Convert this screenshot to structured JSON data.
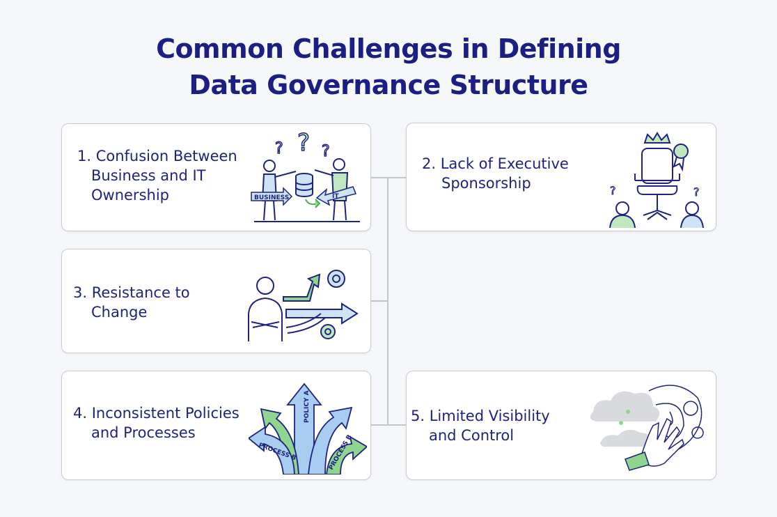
{
  "title": {
    "line1": "Common Challenges in Defining",
    "line2": "Data Governance Structure"
  },
  "cards": [
    {
      "label_lines": [
        "1. Confusion Between",
        "Business and IT",
        "Ownership"
      ],
      "illustration_tags": [
        "BUSINESS",
        "IT"
      ],
      "icon": "business-it-database-people"
    },
    {
      "label_lines": [
        "2. Lack of Executive",
        "Sponsorship"
      ],
      "icon": "empty-executive-chair"
    },
    {
      "label_lines": [
        "3. Resistance to",
        "Change"
      ],
      "icon": "person-arms-crossed-arrows-gears"
    },
    {
      "label_lines": [
        "4. Inconsistent Policies",
        "and Processes"
      ],
      "illustration_tags": [
        "POLICY A",
        "PROCESS B",
        "PROCESS B"
      ],
      "icon": "diverging-arrows"
    },
    {
      "label_lines": [
        "5. Limited Visibility",
        "and Control"
      ],
      "icon": "fog-maze-hand"
    }
  ],
  "colors": {
    "title": "#1b1f82",
    "accent_green": "#8fd48f",
    "accent_blue": "#a9cdf0",
    "outline": "#1e2380"
  }
}
